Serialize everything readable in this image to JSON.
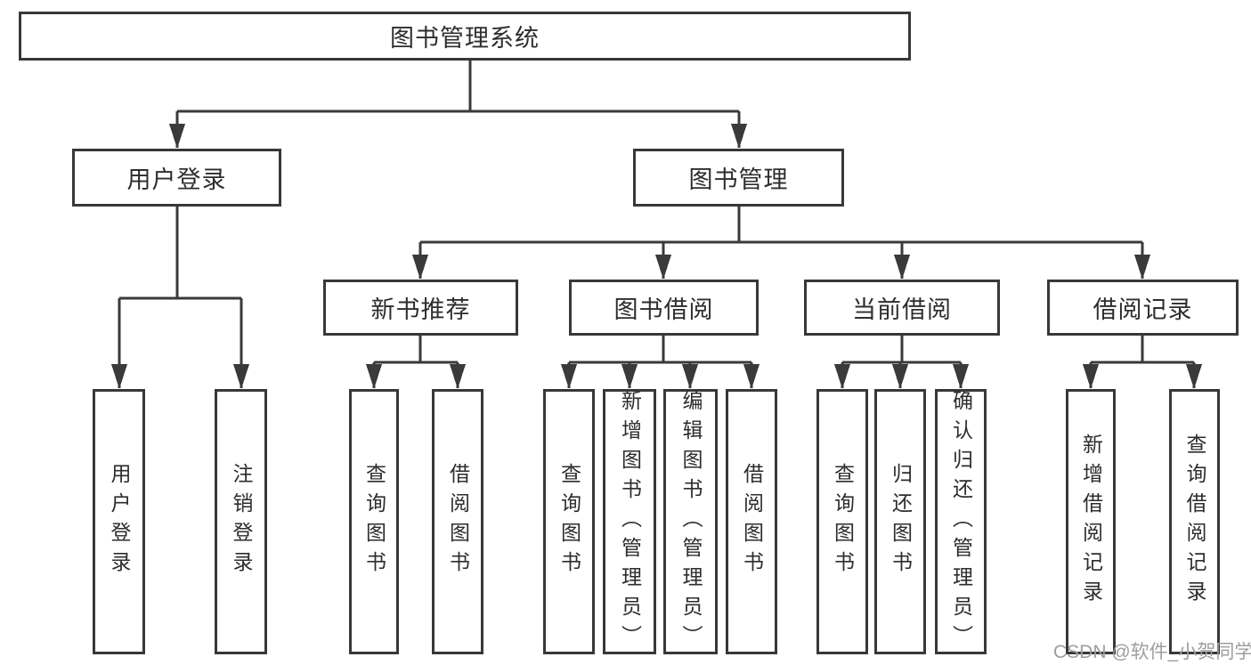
{
  "tree": {
    "root": "图书管理系统",
    "branches": [
      {
        "label": "用户登录",
        "children": [
          "用户登录",
          "注销登录"
        ]
      },
      {
        "label": "图书管理",
        "groups": [
          {
            "label": "新书推荐",
            "children": [
              "查询图书",
              "借阅图书"
            ]
          },
          {
            "label": "图书借阅",
            "children": [
              "查询图书",
              "新增图书（管理员）",
              "编辑图书（管理员）",
              "借阅图书"
            ]
          },
          {
            "label": "当前借阅",
            "children": [
              "查询图书",
              "归还图书",
              "确认归还（管理员）"
            ]
          },
          {
            "label": "借阅记录",
            "children": [
              "新增借阅记录",
              "查询借阅记录"
            ]
          }
        ]
      }
    ]
  },
  "watermark": "CSDN @软件_小贺同学",
  "colors": {
    "line": "#3a3a3a",
    "border": "#383838",
    "text": "#2d2d2d",
    "box_fill": "#ffffff",
    "background": "#ffffff",
    "watermark_gray": "#9e9e9e"
  }
}
